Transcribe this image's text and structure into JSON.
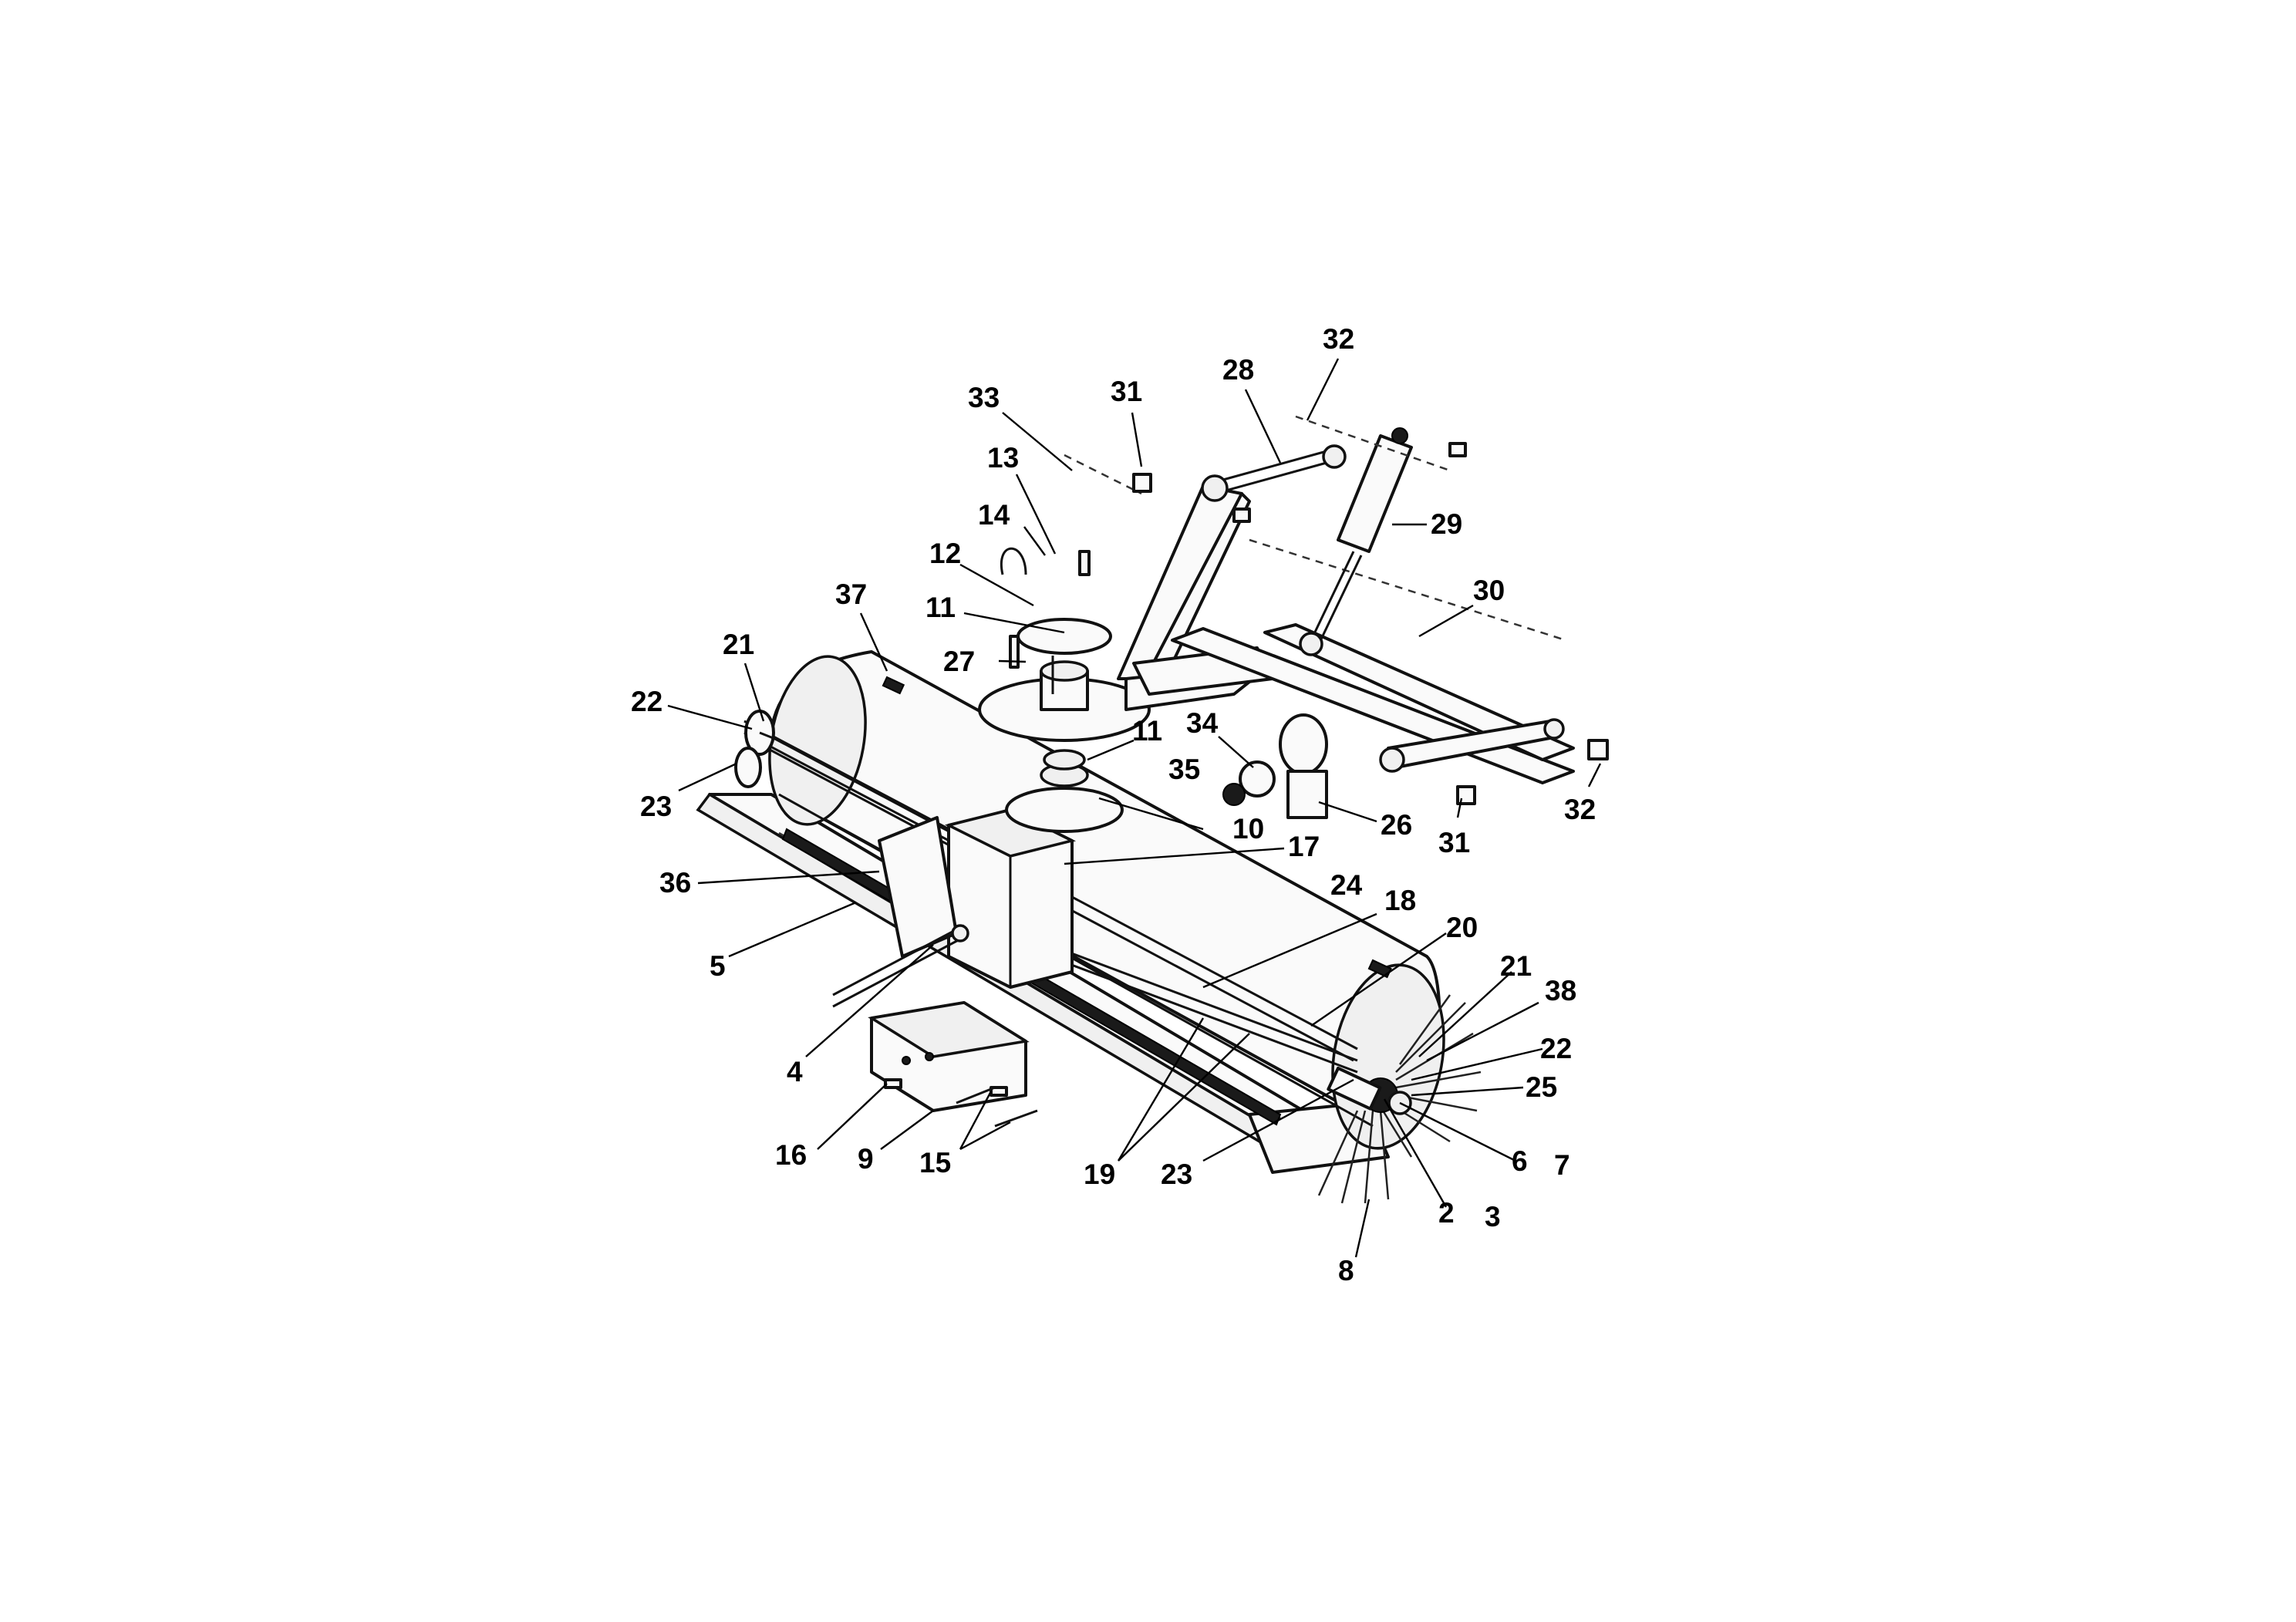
{
  "callouts": [
    {
      "id": "33",
      "label": "33"
    },
    {
      "id": "31a",
      "label": "31"
    },
    {
      "id": "28",
      "label": "28"
    },
    {
      "id": "32a",
      "label": "32"
    },
    {
      "id": "13",
      "label": "13"
    },
    {
      "id": "29",
      "label": "29"
    },
    {
      "id": "14",
      "label": "14"
    },
    {
      "id": "12",
      "label": "12"
    },
    {
      "id": "30",
      "label": "30"
    },
    {
      "id": "37",
      "label": "37"
    },
    {
      "id": "11a",
      "label": "11"
    },
    {
      "id": "21a",
      "label": "21"
    },
    {
      "id": "27",
      "label": "27"
    },
    {
      "id": "22a",
      "label": "22"
    },
    {
      "id": "11b",
      "label": "11"
    },
    {
      "id": "34",
      "label": "34"
    },
    {
      "id": "35",
      "label": "35"
    },
    {
      "id": "23a",
      "label": "23"
    },
    {
      "id": "10",
      "label": "10"
    },
    {
      "id": "26",
      "label": "26"
    },
    {
      "id": "32b",
      "label": "32"
    },
    {
      "id": "31b",
      "label": "31"
    },
    {
      "id": "17",
      "label": "17"
    },
    {
      "id": "36",
      "label": "36"
    },
    {
      "id": "24",
      "label": "24"
    },
    {
      "id": "18",
      "label": "18"
    },
    {
      "id": "20",
      "label": "20"
    },
    {
      "id": "5",
      "label": "5"
    },
    {
      "id": "21b",
      "label": "21"
    },
    {
      "id": "38",
      "label": "38"
    },
    {
      "id": "22b",
      "label": "22"
    },
    {
      "id": "4",
      "label": "4"
    },
    {
      "id": "25",
      "label": "25"
    },
    {
      "id": "16",
      "label": "16"
    },
    {
      "id": "9",
      "label": "9"
    },
    {
      "id": "15",
      "label": "15"
    },
    {
      "id": "19",
      "label": "19"
    },
    {
      "id": "23b",
      "label": "23"
    },
    {
      "id": "6",
      "label": "6"
    },
    {
      "id": "7",
      "label": "7"
    },
    {
      "id": "2",
      "label": "2"
    },
    {
      "id": "3",
      "label": "3"
    },
    {
      "id": "8",
      "label": "8"
    }
  ]
}
